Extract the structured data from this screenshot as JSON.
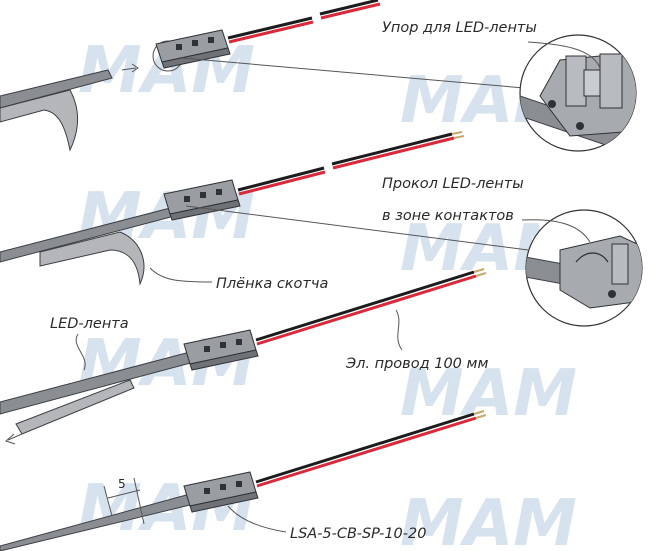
{
  "labels": {
    "stop": "Упор для LED-ленты",
    "pierce_line1": "Прокол LED-ленты",
    "pierce_line2": "в зоне контактов",
    "tape_film": "Плёнка скотча",
    "led_strip": "LED-лента",
    "wire": "Эл. провод 100 мм",
    "part_number": "LSA-5-CB-SP-10-20",
    "dimension": "5"
  },
  "watermark": {
    "text": "MAM",
    "color": "#d7e2ef"
  },
  "colors": {
    "wire_red": "#d9293a",
    "wire_black": "#1c1c1c",
    "strip_fill": "#8a8d92",
    "strip_edge": "#3c3f44",
    "connector_fill": "#9a9da2",
    "connector_edge": "#2f3236",
    "leader": "#555555"
  },
  "icons": [
    "detail-magnifier-circle",
    "arrow-right-icon",
    "arrow-down-left-icon"
  ]
}
